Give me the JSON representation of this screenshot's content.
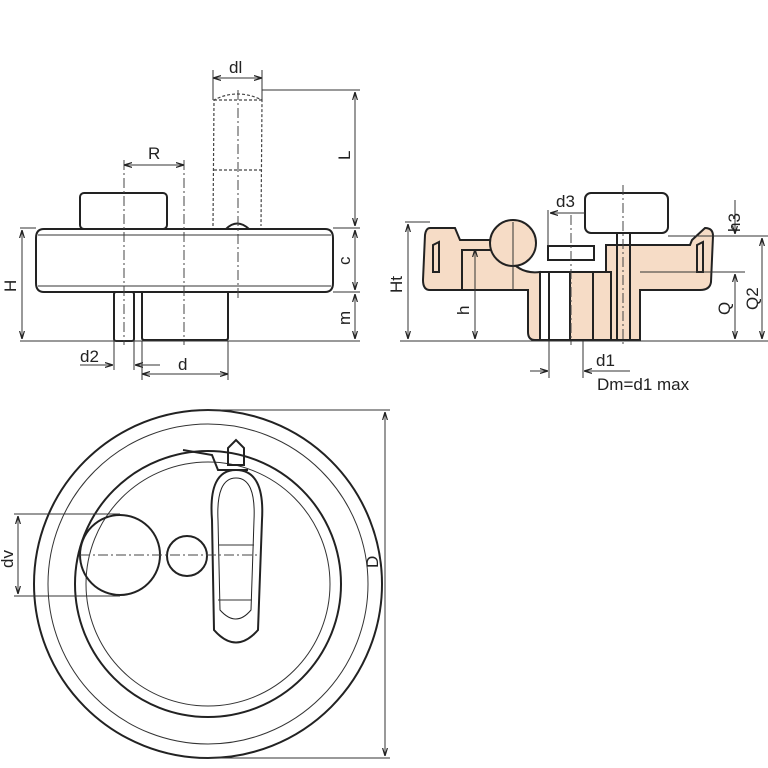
{
  "title": "Handwheel technical drawing",
  "side_view": {
    "labels": {
      "dl": "dl",
      "R": "R",
      "L": "L",
      "c": "c",
      "m": "m",
      "H": "H",
      "d2": "d2",
      "d": "d"
    }
  },
  "section_view": {
    "labels": {
      "d3": "d3",
      "h3": "h3",
      "Ht": "Ht",
      "h": "h",
      "Q": "Q",
      "Q2": "Q2",
      "d1": "d1",
      "note": "Dm=d1 max"
    }
  },
  "top_view": {
    "labels": {
      "dv": "dv",
      "D": "D"
    }
  },
  "colors": {
    "section_fill": "#f6dcc6",
    "line": "#222222"
  }
}
